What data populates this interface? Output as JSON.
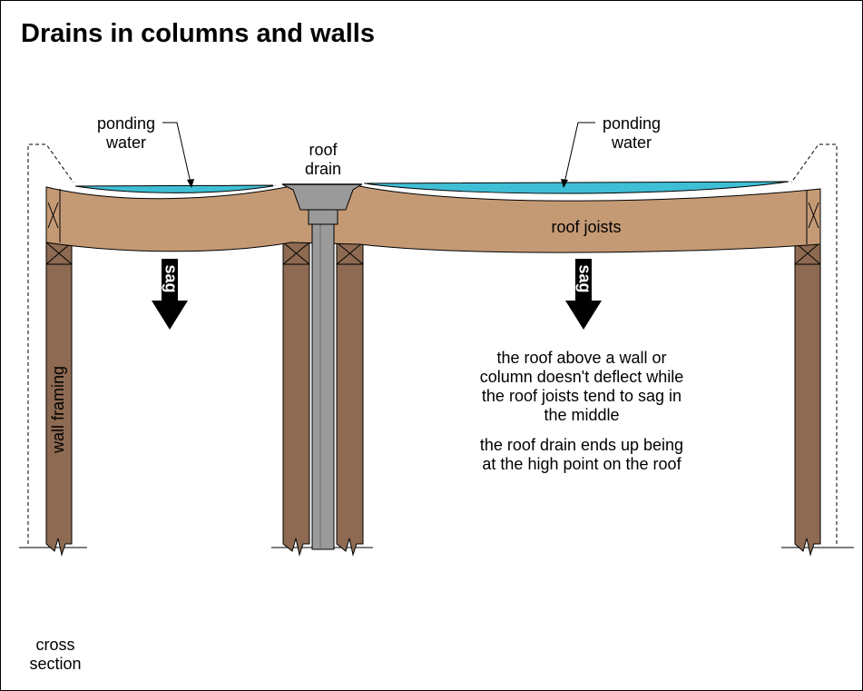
{
  "title": "Drains in columns and walls",
  "labels": {
    "ponding_left": "ponding\nwater",
    "ponding_right": "ponding\nwater",
    "roof_drain": "roof\ndrain",
    "roof_joists": "roof joists",
    "sag_left": "sag",
    "sag_right": "sag",
    "wall_framing": "wall framing",
    "cross_section": "cross\nsection"
  },
  "notes": {
    "deflection": "the roof above a wall or\ncolumn doesn't deflect while\nthe roof joists tend to sag in\nthe middle",
    "high_point": "the roof drain ends up being\nat the high point on the roof"
  },
  "colors": {
    "joist": "#c49a75",
    "stud": "#8d6a51",
    "water": "#3fbfd6",
    "drain_pipe": "#9a9a9a",
    "outline": "#000000"
  }
}
